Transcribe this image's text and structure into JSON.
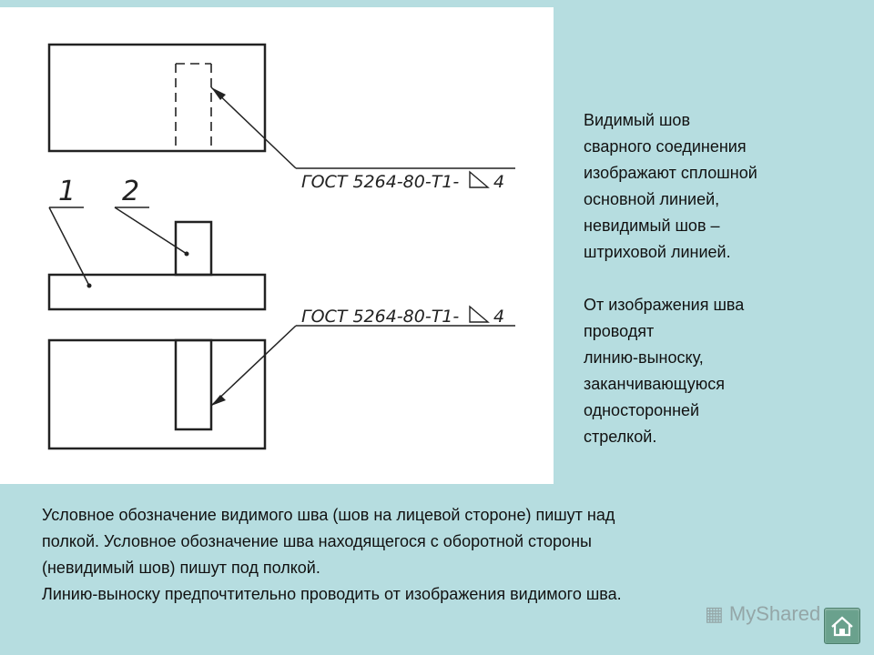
{
  "drawing": {
    "gost_label_top": "ГОСТ 5264-80-Т1-",
    "gost_label_bottom": "ГОСТ 5264-80-Т1-",
    "weld_leg_top": "4",
    "weld_leg_bottom": "4",
    "part_1": "1",
    "part_2": "2"
  },
  "side_text": {
    "para1": "Видимый шов\nсварного соединения\nизображают сплошной\nосновной линией,\nневидимый шов –\nштриховой линией.",
    "para2": "От изображения шва\nпроводят\nлинию-выноску,\nзаканчивающуюся\nодносторонней\nстрелкой."
  },
  "bottom_text": {
    "line1": "Условное обозначение видимого шва (шов на лицевой стороне) пишут над",
    "line2": "полкой. Условное обозначение шва находящегося с оборотной стороны",
    "line3": "(невидимый шов) пишут под полкой.",
    "line4": "Линию-выноску предпочтительно проводить от изображения видимого шва."
  },
  "watermark": {
    "text": "MyShared"
  },
  "colors": {
    "background": "#b6dde0",
    "panel": "#ffffff",
    "home_button": "#6aa18d"
  }
}
